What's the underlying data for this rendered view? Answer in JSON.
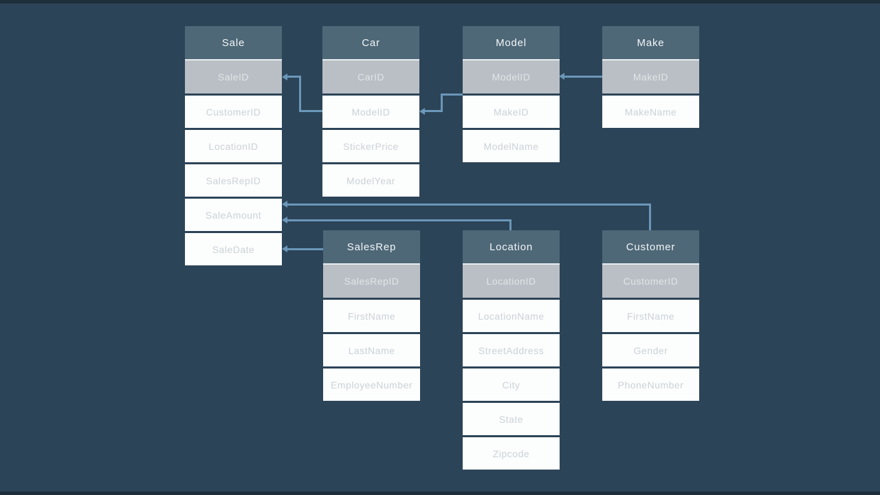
{
  "diagram": {
    "type": "database-schema",
    "colors": {
      "background": "#2C4458",
      "header_bg": "#4E6878",
      "header_text": "#F3F6F7",
      "key_row_bg": "#B9BFC5",
      "key_row_text": "#E1E5E8",
      "row_bg": "#FCFDFD",
      "row_text": "#CBD2D7",
      "connector": "#6B97B9"
    },
    "tables": [
      {
        "name": "Sale",
        "fields": [
          "SaleID",
          "CustomerID",
          "LocationID",
          "SalesRepID",
          "SaleAmount",
          "SaleDate"
        ]
      },
      {
        "name": "Car",
        "fields": [
          "CarID",
          "ModelID",
          "StickerPrice",
          "ModelYear"
        ]
      },
      {
        "name": "Model",
        "fields": [
          "ModelID",
          "MakeID",
          "ModelName"
        ]
      },
      {
        "name": "Make",
        "fields": [
          "MakeID",
          "MakeName"
        ]
      },
      {
        "name": "SalesRep",
        "fields": [
          "SalesRepID",
          "FirstName",
          "LastName",
          "EmployeeNumber"
        ]
      },
      {
        "name": "Location",
        "fields": [
          "LocationID",
          "LocationName",
          "StreetAddress",
          "City",
          "State",
          "Zipcode"
        ]
      },
      {
        "name": "Customer",
        "fields": [
          "CustomerID",
          "FirstName",
          "Gender",
          "PhoneNumber"
        ]
      }
    ],
    "relationships": [
      {
        "from": "Sale.SaleID",
        "to": "Car.ModelID"
      },
      {
        "from": "Car.ModelID",
        "to": "Model.ModelID"
      },
      {
        "from": "Model.ModelID",
        "to": "Make.MakeID"
      },
      {
        "from": "Sale",
        "to": "Customer"
      },
      {
        "from": "Sale",
        "to": "Location"
      },
      {
        "from": "Sale.SaleDate",
        "to": "SalesRep"
      }
    ]
  }
}
